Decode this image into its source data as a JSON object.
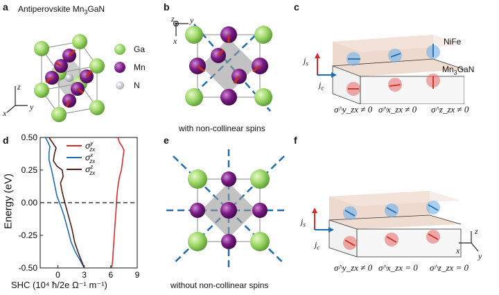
{
  "panels": {
    "a": {
      "label": "a",
      "title": "Antiperovskite Mn",
      "title_sub": "3",
      "title_tail": "GaN",
      "legend": [
        {
          "name": "Ga",
          "color": "#8fd060"
        },
        {
          "name": "Mn",
          "color": "#7b1b86"
        },
        {
          "name": "N",
          "color": "#b5bac9"
        }
      ],
      "axes": {
        "z": "z",
        "x": "x",
        "y": "y"
      }
    },
    "b": {
      "label": "b",
      "caption": "with non-collinear spins",
      "axes": {
        "z": "z",
        "y": "y",
        "x": "x"
      }
    },
    "c": {
      "label": "c",
      "top_layer": "NiFe",
      "bottom_layer_main": "Mn",
      "bottom_layer_sub": "3",
      "bottom_layer_tail": "GaN",
      "js_label": "j",
      "js_sub": "s",
      "jc_label": "j",
      "jc_sub": "c",
      "eqs": [
        "σ^y_zx ≠ 0",
        "σ^x_zx ≠ 0",
        "σ^z_zx ≠ 0"
      ]
    },
    "d": {
      "label": "d"
    },
    "e": {
      "label": "e",
      "caption": "without non-collinear spins"
    },
    "f": {
      "label": "f",
      "js_label": "j",
      "js_sub": "s",
      "jc_label": "j",
      "jc_sub": "c",
      "axes": {
        "z": "z",
        "x": "x",
        "y": "y"
      },
      "eqs": [
        "σ^y_zx ≠ 0",
        "σ^x_zx = 0",
        "σ^z_zx = 0"
      ]
    }
  },
  "chart_data": {
    "type": "line",
    "xlabel": "SHC (10⁴ ħ/2e Ω⁻¹ m⁻¹)",
    "ylabel": "Energy (eV)",
    "xlim": [
      -2,
      9
    ],
    "ylim": [
      -0.5,
      0.5
    ],
    "xticks": [
      0,
      3,
      6,
      9
    ],
    "yticks": [
      "0.50",
      "0.25",
      "0.00",
      "-0.25",
      "-0.50"
    ],
    "ytick_values": [
      0.5,
      0.25,
      0.0,
      -0.25,
      -0.5
    ],
    "zero_line": "dashed",
    "legend_position": "top-center",
    "series": [
      {
        "name": "σ^y_zx",
        "color": "#d42a2a",
        "points": [
          [
            6.1,
            -0.5
          ],
          [
            6.2,
            -0.45
          ],
          [
            6.3,
            -0.35
          ],
          [
            6.4,
            -0.25
          ],
          [
            6.5,
            -0.15
          ],
          [
            6.6,
            -0.05
          ],
          [
            6.7,
            0.05
          ],
          [
            6.8,
            0.12
          ],
          [
            7.0,
            0.2
          ],
          [
            7.2,
            0.25
          ],
          [
            7.3,
            0.3
          ],
          [
            7.4,
            0.35
          ],
          [
            7.5,
            0.4
          ],
          [
            7.3,
            0.43
          ],
          [
            7.0,
            0.46
          ],
          [
            6.8,
            0.5
          ]
        ]
      },
      {
        "name": "σ^x_zx",
        "color": "#1f6bb0",
        "points": [
          [
            3.0,
            -0.5
          ],
          [
            2.6,
            -0.45
          ],
          [
            2.0,
            -0.38
          ],
          [
            1.5,
            -0.3
          ],
          [
            1.1,
            -0.2
          ],
          [
            0.7,
            -0.1
          ],
          [
            0.3,
            -0.02
          ],
          [
            -0.1,
            0.05
          ],
          [
            -0.4,
            0.15
          ],
          [
            -0.7,
            0.25
          ],
          [
            -0.9,
            0.3
          ],
          [
            -1.0,
            0.33
          ],
          [
            -1.0,
            0.38
          ],
          [
            -0.9,
            0.43
          ],
          [
            -1.1,
            0.46
          ],
          [
            -1.4,
            0.5
          ]
        ]
      },
      {
        "name": "σ^z_zx",
        "color": "#4a1a14",
        "points": [
          [
            3.0,
            -0.5
          ],
          [
            2.7,
            -0.45
          ],
          [
            2.3,
            -0.38
          ],
          [
            1.9,
            -0.3
          ],
          [
            1.6,
            -0.2
          ],
          [
            1.2,
            -0.1
          ],
          [
            0.8,
            0.0
          ],
          [
            0.5,
            0.08
          ],
          [
            0.3,
            0.15
          ],
          [
            0.6,
            0.2
          ],
          [
            0.5,
            0.25
          ],
          [
            -0.1,
            0.28
          ],
          [
            -0.5,
            0.32
          ],
          [
            -0.4,
            0.37
          ],
          [
            -0.2,
            0.42
          ],
          [
            -0.6,
            0.46
          ],
          [
            -1.0,
            0.5
          ]
        ]
      }
    ]
  }
}
